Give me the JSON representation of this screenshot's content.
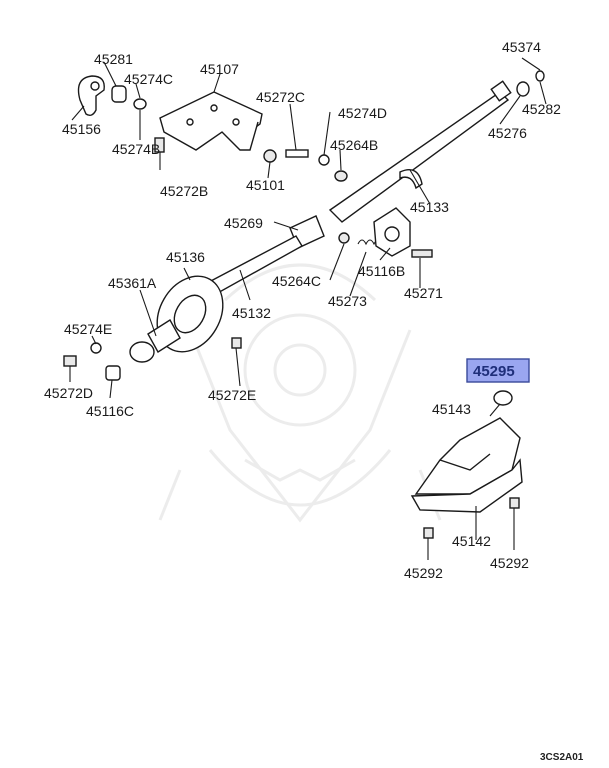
{
  "labels": {
    "p45281": "45281",
    "p45274C_top": "45274C",
    "p45107": "45107",
    "p45156": "45156",
    "p45274B": "45274B",
    "p45272B": "45272B",
    "p45272C": "45272C",
    "p45274D": "45274D",
    "p45264B": "45264B",
    "p45101": "45101",
    "p45374": "45374",
    "p45282": "45282",
    "p45276": "45276",
    "p45133": "45133",
    "p45269": "45269",
    "p45136": "45136",
    "p45264C": "45264C",
    "p45116B": "45116B",
    "p45271": "45271",
    "p45361A": "45361A",
    "p45132": "45132",
    "p45273": "45273",
    "p45274E": "45274E",
    "p45272D": "45272D",
    "p45116C": "45116C",
    "p45272E": "45272E",
    "p45295": "45295",
    "p45143": "45143",
    "p45142": "45142",
    "p45292_left": "45292",
    "p45292_right": "45292"
  },
  "diagram_code": "3CS2A01",
  "highlight": {
    "part": "45295",
    "color": "#9aa6f0",
    "border": "#3a4a9a"
  }
}
